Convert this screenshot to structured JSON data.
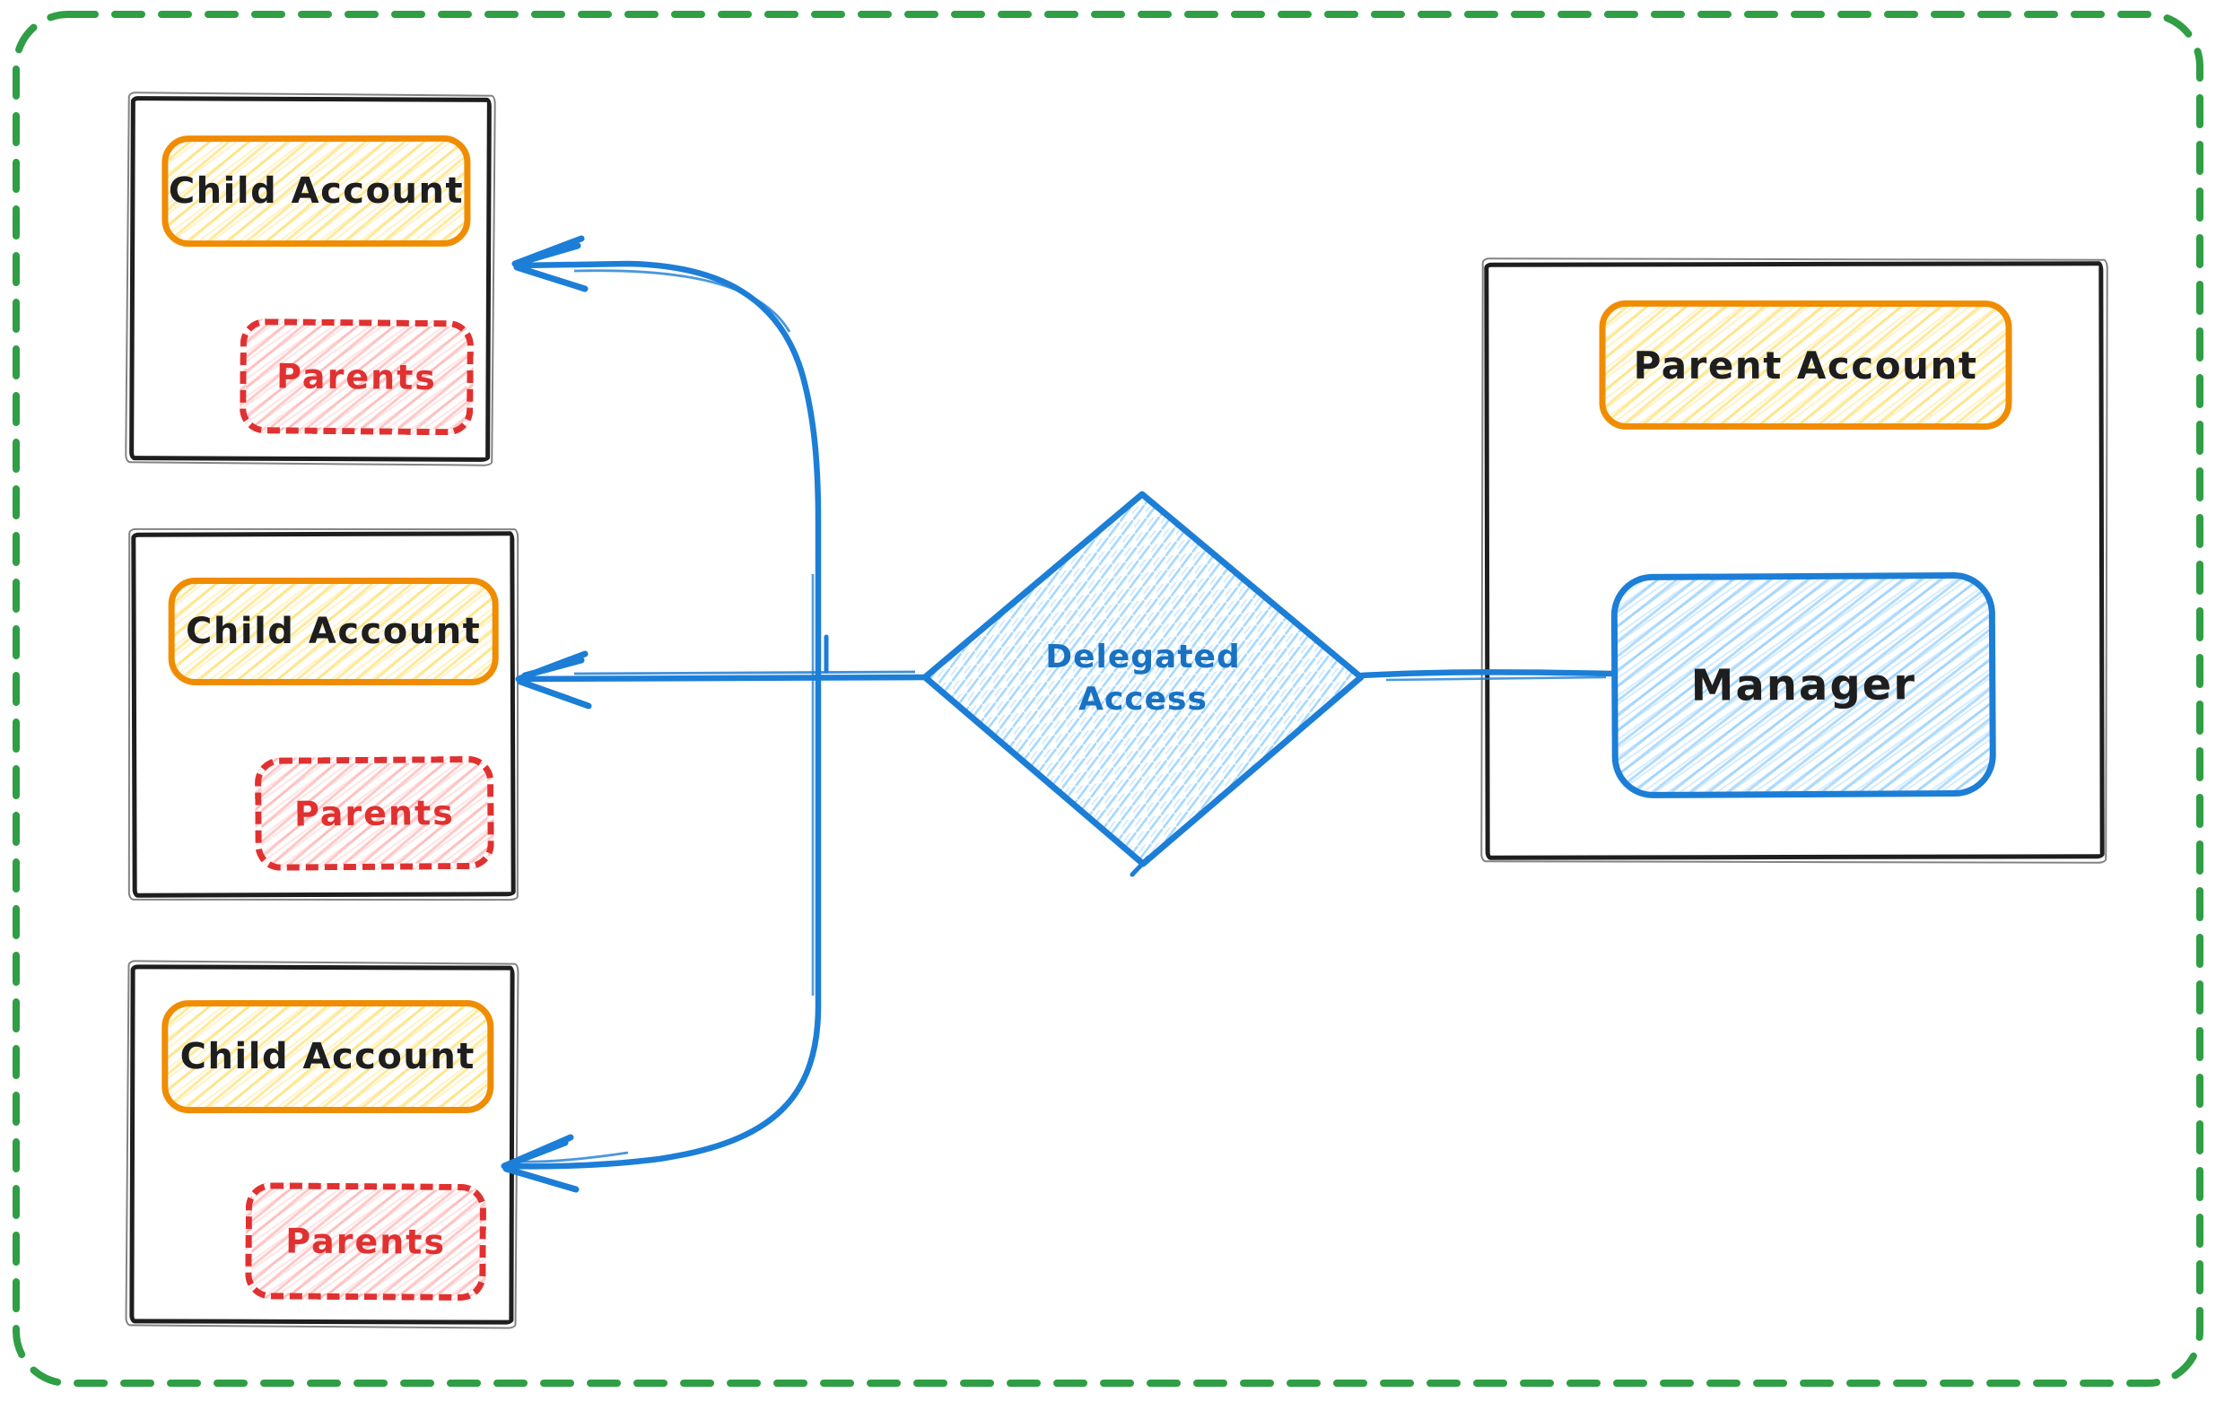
{
  "frame": {
    "style": "dashed rounded rectangle",
    "color": "#2f9e44"
  },
  "palette": {
    "stroke_black": "#1e1e1e",
    "orange_stroke": "#f08c00",
    "yellow_hatch": "#ffd43b",
    "red_stroke": "#e03131",
    "pink_hatch": "#ffc9c9",
    "blue_stroke": "#1c7ed6",
    "blue_text": "#1971c2",
    "light_blue_hatch": "#a5d8ff",
    "green_frame": "#2f9e44",
    "background": "#ffffff"
  },
  "diagram": {
    "child_accounts": [
      {
        "title": "Child Account",
        "inner": "Parents"
      },
      {
        "title": "Child Account",
        "inner": "Parents"
      },
      {
        "title": "Child Account",
        "inner": "Parents"
      }
    ],
    "parent_account": {
      "title": "Parent Account",
      "inner": "Manager"
    },
    "decision": {
      "lines": [
        "Delegated",
        "Access"
      ]
    },
    "edges": [
      {
        "from": "Manager",
        "to": "Delegated Access",
        "arrowhead": "none"
      },
      {
        "from": "Delegated Access",
        "to": "Child Account (top)",
        "arrowhead": "left"
      },
      {
        "from": "Delegated Access",
        "to": "Child Account (middle)",
        "arrowhead": "left"
      },
      {
        "from": "Delegated Access",
        "to": "Child Account (bottom)",
        "arrowhead": "left"
      }
    ]
  }
}
